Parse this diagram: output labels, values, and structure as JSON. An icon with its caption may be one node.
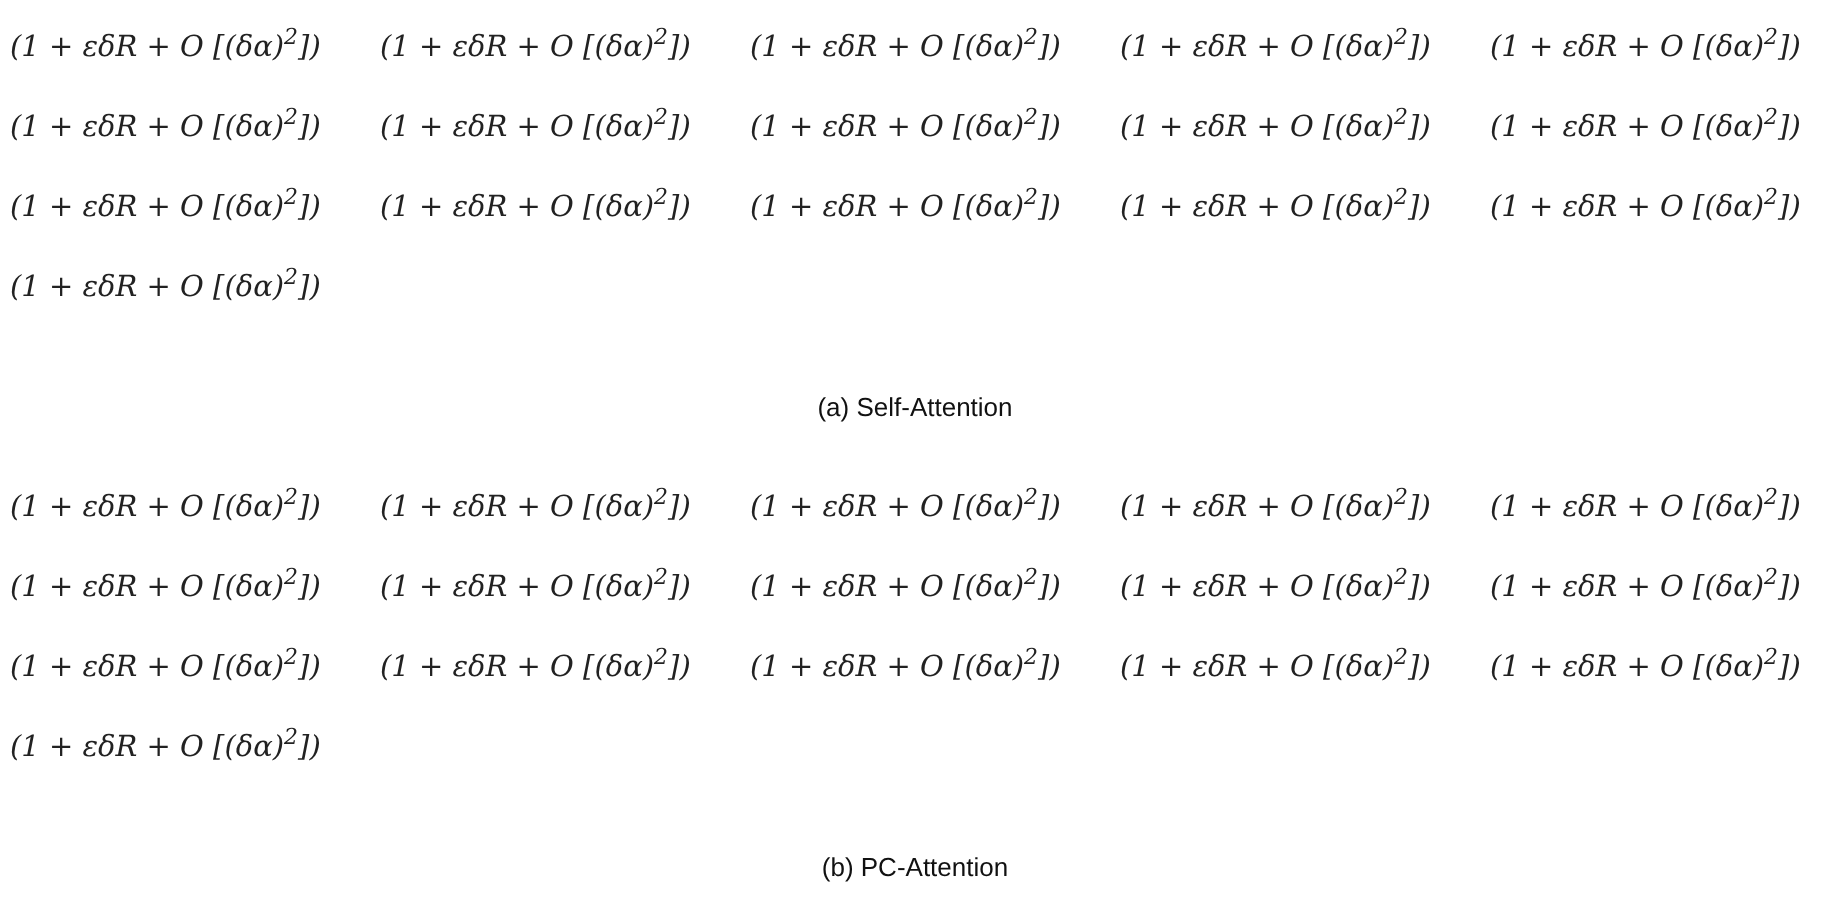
{
  "diagram": {
    "labels": [
      "(1 + εδR + O [(δα)$^{2}$])",
      "(1 + εδR + O [(δα)$^{2}$])",
      "(1 + εδR + O [(δα)$^{2}$])",
      "(1 + εδR + O [(δα)$^{2}$])",
      "(1 + εδR + O [(δα)$^{2}$])",
      "(1 + εδR + O [(δα)$^{2}$])",
      "(1 + εδR + O [(δα)$^{2}$])",
      "(1 + εδR + O [(δα)$^{2}$])",
      "(1 + εδR + O [(δα)$^{2}$])",
      "(1 + εδR + O [(δα)$^{2}$])",
      "(1 + εδR + O [(δα)$^{2}$])",
      "(1 + εδR + O [(δα)$^{2}$])",
      "(1 + εδR + O [(δα)$^{2}$])",
      "(1 + εδR + O [(δα)$^{2}$])",
      "(1 + εδR + O [(δα)$^{2}$])",
      "(1 + εδR + O [(δα)$^{2}$])",
      "(a) Self-Attention",
      "(1 + εδR + O [(δα)$^{2}$])",
      "(1 + εδR + O [(δα)$^{2}$])",
      "(1 + εδR + O [(δα)$^{2}$])",
      "(1 + εδR + O [(δα)$^{2}$])",
      "(1 + εδR + O [(δα)$^{2}$])",
      "(1 + εδR + O [(δα)$^{2}$])",
      "(1 + εδR + O [(δα)$^{2}$])",
      "(1 + εδR + O [(δα)$^{2}$])",
      "(1 + εδR + O [(δα)$^{2}$])",
      "(1 + εδR + O [(δα)$^{2}$])",
      "(1 + εδR + O [(δα)$^{2}$])",
      "(1 + εδR + O [(δα)$^{2}$])",
      "(1 + εδR + O [(δα)$^{2}$])",
      "(1 + εδR + O [(δα)$^{2}$])",
      "(1 + εδR + O [(δα)$^{2}$])",
      "(1 + εδR + O [(δα)$^{2}$])",
      "(b) PC-Attention"
    ]
  }
}
